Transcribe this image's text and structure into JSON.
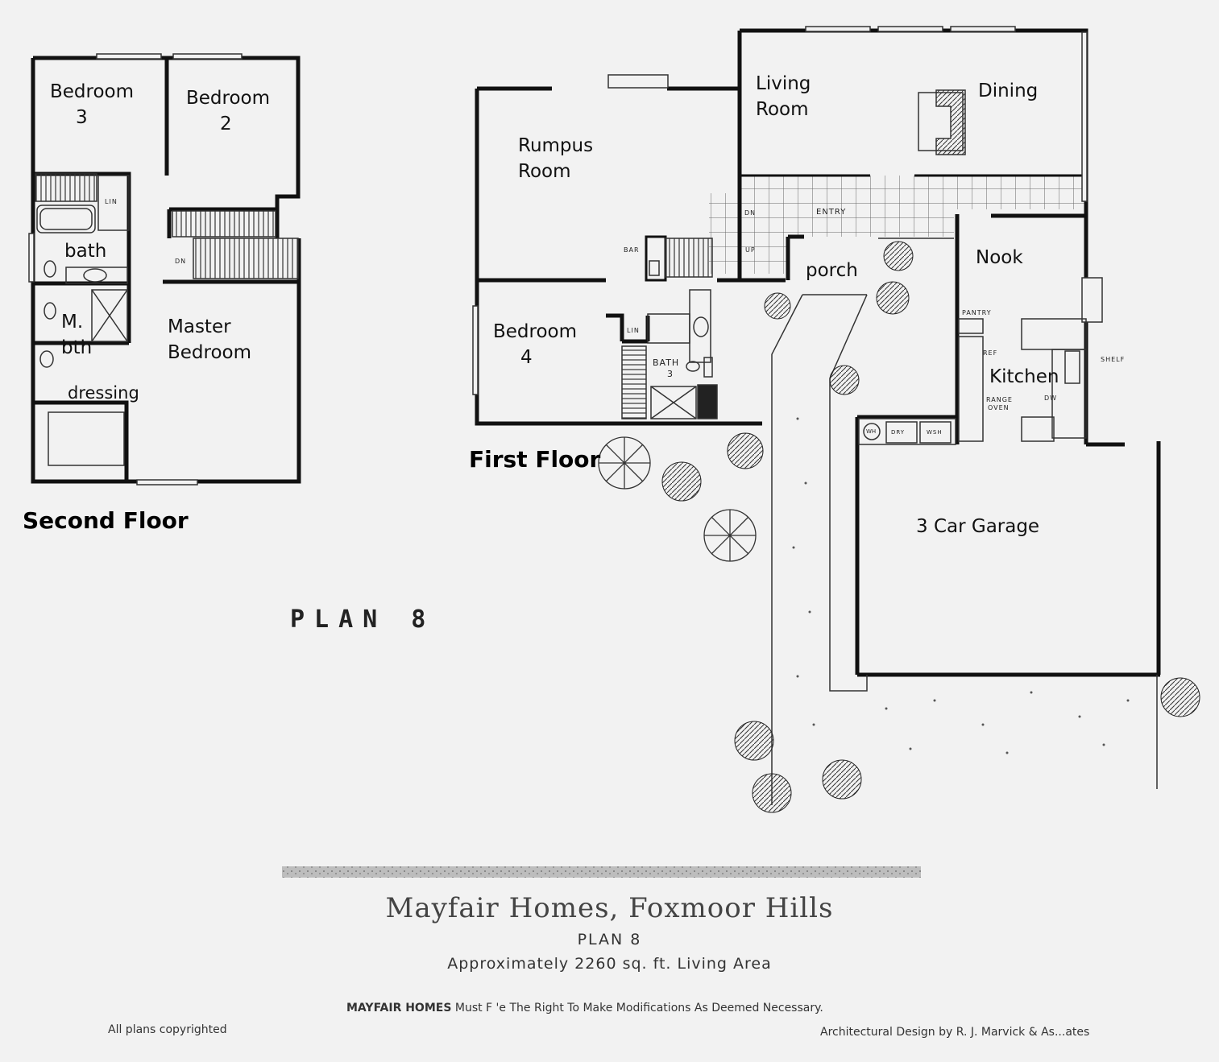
{
  "second_floor": {
    "title": "Second Floor",
    "rooms": {
      "bedroom3": [
        "Bedroom",
        "3"
      ],
      "bedroom2": [
        "Bedroom",
        "2"
      ],
      "bath": "bath",
      "master_bath": [
        "M.",
        "bth"
      ],
      "master_bedroom": [
        "Master",
        "Bedroom"
      ],
      "dressing": "dressing"
    },
    "tags": {
      "lin": "LIN",
      "dn": "DN"
    }
  },
  "first_floor": {
    "title": "First Floor",
    "rooms": {
      "rumpus": [
        "Rumpus",
        "Room"
      ],
      "living": [
        "Living",
        "Room"
      ],
      "dining": "Dining",
      "bedroom4": [
        "Bedroom",
        "4"
      ],
      "porch": "porch",
      "nook": "Nook",
      "kitchen": "Kitchen",
      "garage": "3 Car Garage"
    },
    "tags": {
      "entry": "ENTRY",
      "dn": "DN",
      "up": "UP",
      "bar": "BAR",
      "lin": "LIN",
      "bath3": [
        "BATH",
        "3"
      ],
      "pantry": "PANTRY",
      "ref": "REF",
      "range_oven": [
        "RANGE",
        "OVEN"
      ],
      "dw": "DW",
      "shelf": "SHELF",
      "wh": "WH",
      "dry": "DRY",
      "wsh": "WSH"
    }
  },
  "plan_label": "PLAN 8",
  "footer": {
    "title": "Mayfair Homes, Foxmoor Hills",
    "plan": "PLAN 8",
    "area": "Approximately 2260 sq. ft. Living Area",
    "notice_brand": "MAYFAIR HOMES",
    "notice_text": " Must F   'e The Right To Make Modifications As Deemed Necessary.",
    "copyright": "All plans copyrighted",
    "architect": "Architectural Design by R. J. Marvick & As...ates"
  }
}
